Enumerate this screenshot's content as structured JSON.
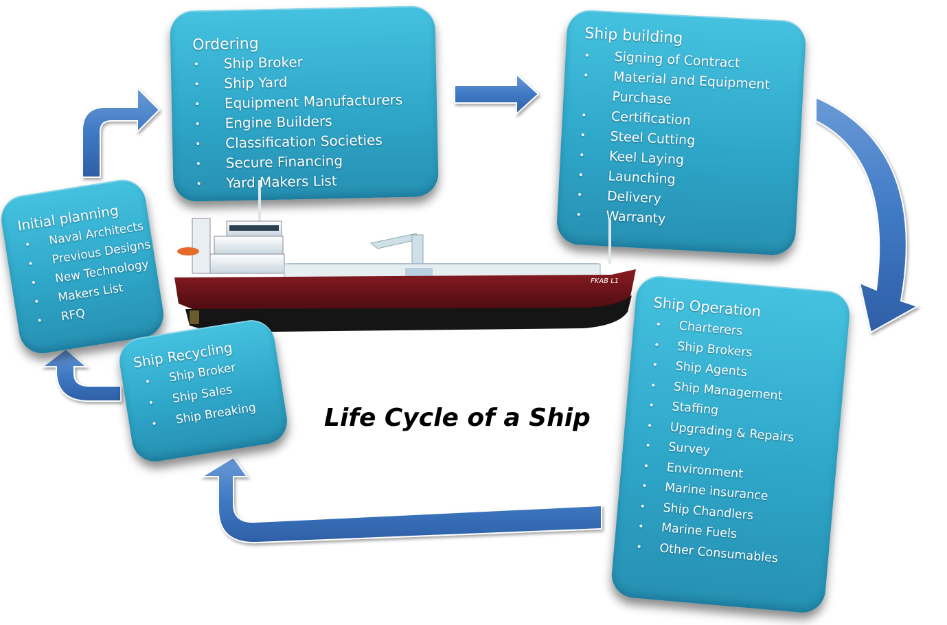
{
  "title": "Life Cycle of a Ship",
  "colors": {
    "card": "#3ab4d6",
    "arrow": "#3f79c4",
    "arrow_outline": "#ffffff",
    "text": "#ffffff"
  },
  "stages": {
    "ordering": {
      "title": "Ordering",
      "items": [
        "Ship Broker",
        "Ship Yard",
        "Equipment Manufacturers",
        "Engine Builders",
        "Classification Societies",
        "Secure Financing",
        "Yard Makers List"
      ]
    },
    "ship_building": {
      "title": "Ship building",
      "items": [
        "Signing of Contract",
        "Material and Equipment Purchase",
        "Certification",
        "Steel Cutting",
        "Keel Laying",
        "Launching",
        "Delivery",
        "Warranty"
      ]
    },
    "initial_planning": {
      "title": "Initial planning",
      "items": [
        "Naval Architects",
        "Previous  Designs",
        "New Technology",
        "Makers List",
        "RFQ"
      ]
    },
    "ship_recycling": {
      "title": "Ship Recycling",
      "items": [
        "Ship Broker",
        "Ship Sales",
        "Ship Breaking"
      ]
    },
    "ship_operation": {
      "title": "Ship Operation",
      "items": [
        "Charterers",
        "Ship Brokers",
        "Ship Agents",
        "Ship Management",
        "Staffing",
        "Upgrading & Repairs",
        "Survey",
        "Environment",
        "Marine insurance",
        "Ship Chandlers",
        "Marine Fuels",
        "Other Consumables"
      ]
    }
  },
  "ship": {
    "hull_name": "FKAB L1"
  }
}
